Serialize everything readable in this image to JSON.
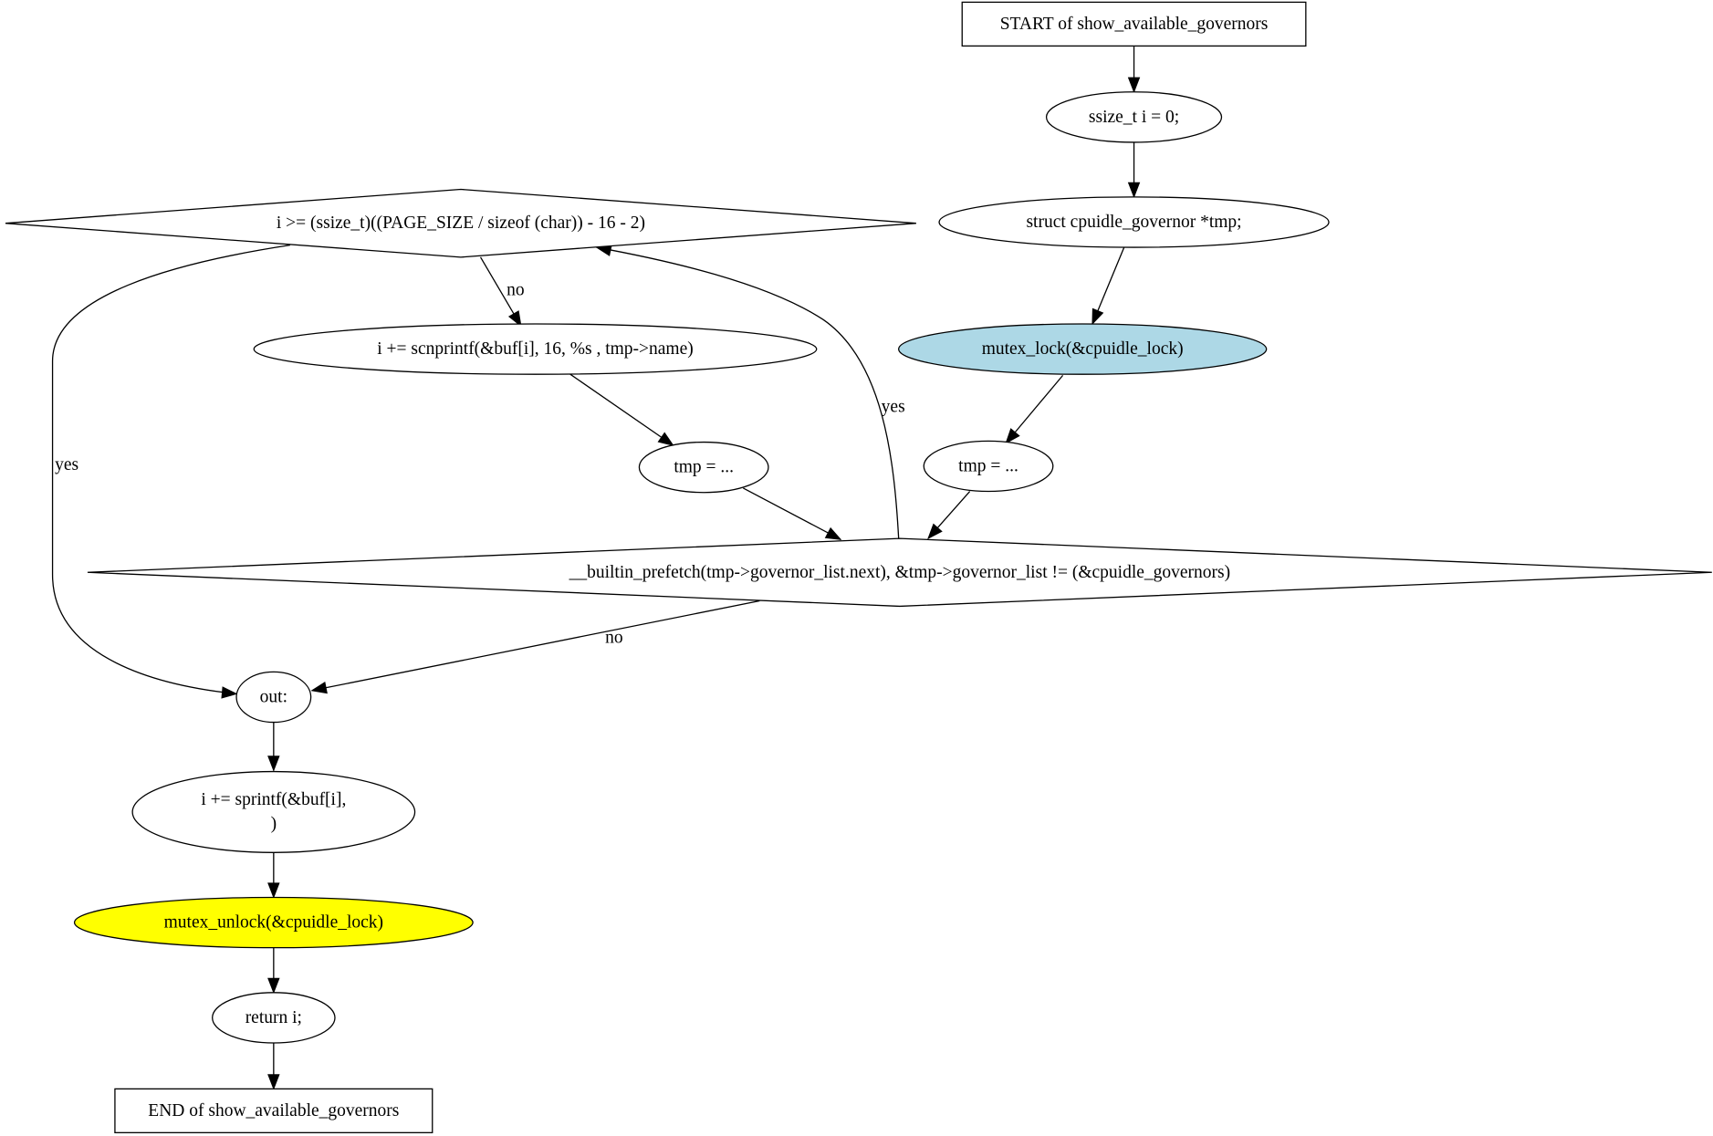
{
  "graph": {
    "nodes": [
      {
        "id": "start",
        "shape": "box",
        "lines": [
          "START of show_available_governors"
        ]
      },
      {
        "id": "decl_i",
        "shape": "ellipse",
        "lines": [
          "ssize_t i = 0;"
        ]
      },
      {
        "id": "decl_tmp",
        "shape": "ellipse",
        "lines": [
          "struct cpuidle_governor *tmp;"
        ]
      },
      {
        "id": "mutex_lock",
        "shape": "ellipse",
        "fill": "#add8e6",
        "lines": [
          "mutex_lock(&cpuidle_lock)"
        ]
      },
      {
        "id": "tmp_init",
        "shape": "ellipse",
        "lines": [
          "tmp = ..."
        ]
      },
      {
        "id": "loop_cond",
        "shape": "diamond",
        "lines": [
          "__builtin_prefetch(tmp->governor_list.next), &tmp->governor_list != (&cpuidle_governors)"
        ]
      },
      {
        "id": "size_check",
        "shape": "diamond",
        "lines": [
          "i >= (ssize_t)((PAGE_SIZE / sizeof (char)) - 16 - 2)"
        ]
      },
      {
        "id": "scnprintf",
        "shape": "ellipse",
        "lines": [
          "i += scnprintf(&buf[i], 16, %s , tmp->name)"
        ]
      },
      {
        "id": "tmp_next",
        "shape": "ellipse",
        "lines": [
          "tmp = ..."
        ]
      },
      {
        "id": "out",
        "shape": "ellipse",
        "lines": [
          "out:"
        ]
      },
      {
        "id": "sprintf",
        "shape": "ellipse",
        "lines": [
          "i += sprintf(&buf[i],",
          ")"
        ]
      },
      {
        "id": "mutex_unlock",
        "shape": "ellipse",
        "fill": "#ffff00",
        "lines": [
          "mutex_unlock(&cpuidle_lock)"
        ]
      },
      {
        "id": "return_i",
        "shape": "ellipse",
        "lines": [
          "return i;"
        ]
      },
      {
        "id": "end",
        "shape": "box",
        "lines": [
          "END of show_available_governors"
        ]
      }
    ],
    "edges": [
      {
        "from": "start",
        "to": "decl_i",
        "label": ""
      },
      {
        "from": "decl_i",
        "to": "decl_tmp",
        "label": ""
      },
      {
        "from": "decl_tmp",
        "to": "mutex_lock",
        "label": ""
      },
      {
        "from": "mutex_lock",
        "to": "tmp_init",
        "label": ""
      },
      {
        "from": "tmp_init",
        "to": "loop_cond",
        "label": ""
      },
      {
        "from": "loop_cond",
        "to": "size_check",
        "label": "yes"
      },
      {
        "from": "loop_cond",
        "to": "out",
        "label": "no"
      },
      {
        "from": "size_check",
        "to": "scnprintf",
        "label": "no"
      },
      {
        "from": "size_check",
        "to": "out",
        "label": "yes"
      },
      {
        "from": "scnprintf",
        "to": "tmp_next",
        "label": ""
      },
      {
        "from": "tmp_next",
        "to": "loop_cond",
        "label": ""
      },
      {
        "from": "out",
        "to": "sprintf",
        "label": ""
      },
      {
        "from": "sprintf",
        "to": "mutex_unlock",
        "label": ""
      },
      {
        "from": "mutex_unlock",
        "to": "return_i",
        "label": ""
      },
      {
        "from": "return_i",
        "to": "end",
        "label": ""
      }
    ]
  }
}
